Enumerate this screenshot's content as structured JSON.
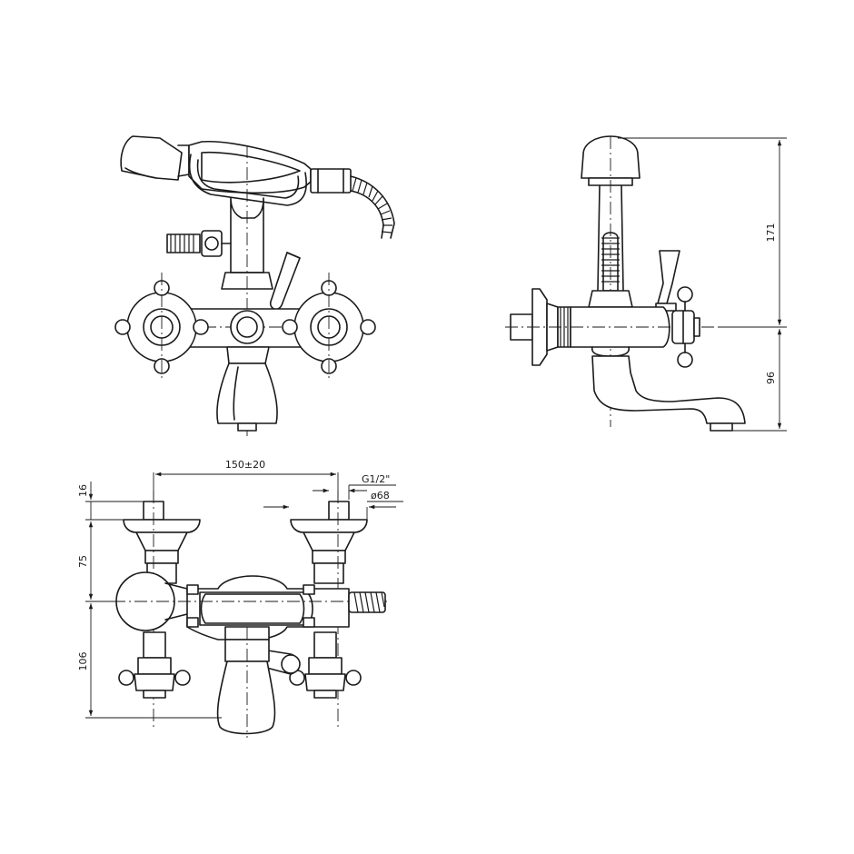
{
  "dimensions": {
    "height_total": "171",
    "height_spout": "96",
    "centers": "150±20",
    "thread": "G1/2\"",
    "flange_diameter": "ø68",
    "eccentric_depth": "16",
    "inlet_to_axis": "75",
    "axis_to_spout": "106"
  }
}
